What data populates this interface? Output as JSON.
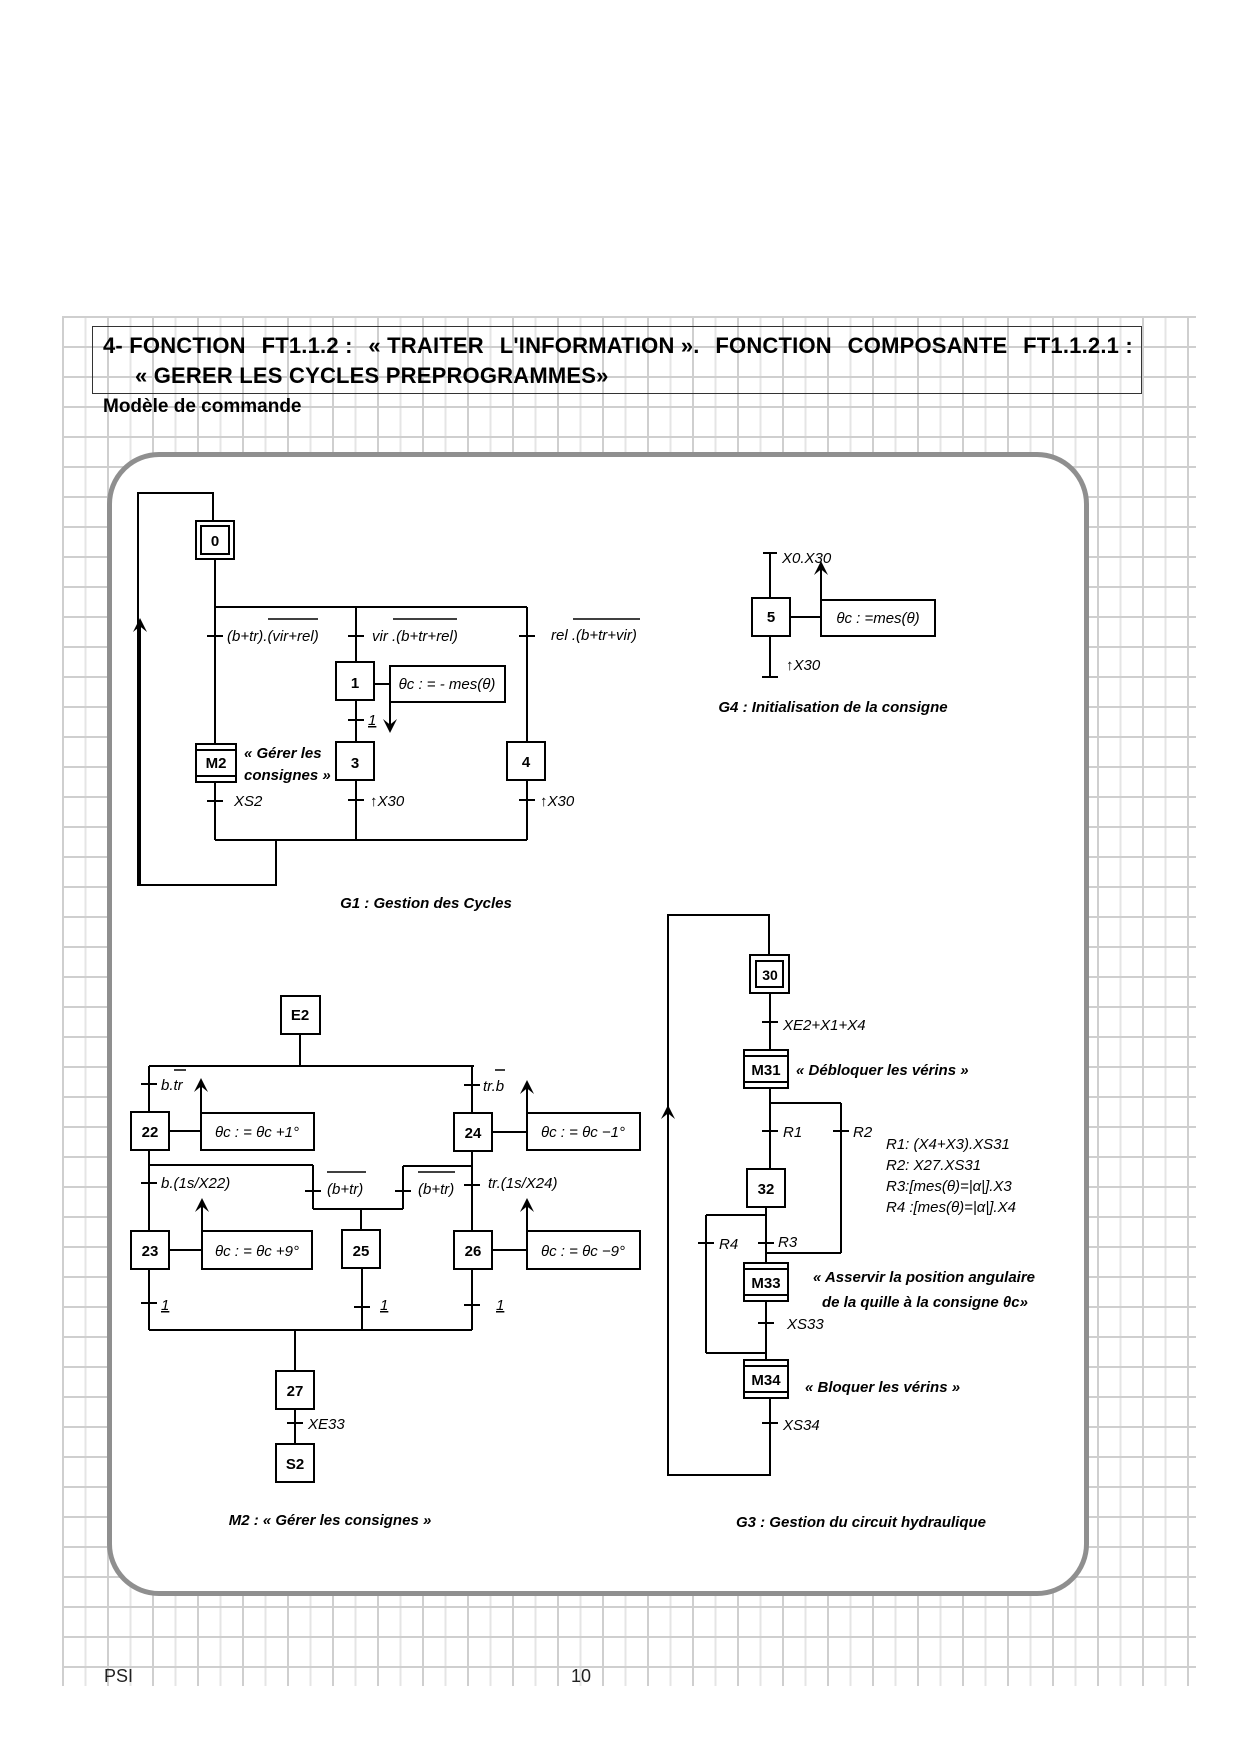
{
  "header": {
    "title_line1_parts": [
      "4- FONCTION",
      "FT1.1.2 :",
      "« TRAITER",
      "L'INFORMATION ».",
      "FONCTION",
      "COMPOSANTE",
      "FT1.1.2.1 :"
    ],
    "title_line2": "« GERER LES CYCLES PREPROGRAMMES»",
    "subtitle": "Modèle de commande"
  },
  "footer": {
    "left": "PSI",
    "page_number": "10"
  },
  "g1": {
    "caption": "G1 : Gestion des Cycles",
    "steps": {
      "s0": "0",
      "s1": "1",
      "s3": "3",
      "s4": "4",
      "m2": "M2"
    },
    "macro_comment_line1": "« Gérer les",
    "macro_comment_line2": "consignes »",
    "transitions": {
      "t_m2_pre": "(b+tr).",
      "t_m2_pre_bar": "(vir+rel)",
      "t_1_pre": "vir .",
      "t_1_pre_bar": "(b+tr+rel)",
      "t_4_pre": "rel .",
      "t_4_pre_bar": "(b+tr+vir)",
      "t_1_3": "1",
      "t_m2_post": "XS2",
      "t_3_post": "↑X30",
      "t_4_post": "↑X30"
    },
    "action_1": "θc : = - mes(θ)"
  },
  "g4": {
    "caption": "G4 : Initialisation de la consigne",
    "step": "5",
    "t_pre": "X0.X30",
    "t_post": "↑X30",
    "action": "θc : =mes(θ)"
  },
  "m2": {
    "caption": "M2 : « Gérer les consignes »",
    "steps": {
      "e2": "E2",
      "s22": "22",
      "s23": "23",
      "s24": "24",
      "s25": "25",
      "s26": "26",
      "s27": "27",
      "s2": "S2"
    },
    "transitions": {
      "t22_a": "b.",
      "t22_bar": "tr",
      "t24_a": "tr.",
      "t24_bar": "b",
      "t23": "b.(1s/X22)",
      "t26": "tr.(1s/X24)",
      "t25a": "(b+tr)",
      "t25b": "(b+tr)",
      "t23_out": "1",
      "t25_out": "1",
      "t26_out": "1",
      "t27": "XE33"
    },
    "actions": {
      "a22": "θc : = θc +1°",
      "a23": "θc : =  θc +9°",
      "a24": "θc : =  θc −1°",
      "a26": "θc : =  θc −9°"
    }
  },
  "g3": {
    "caption": "G3 : Gestion du circuit hydraulique",
    "steps": {
      "s30": "30",
      "m31": "M31",
      "s32": "32",
      "m33": "M33",
      "m34": "M34"
    },
    "transitions": {
      "t30": "XE2+X1+X4",
      "r1": "R1",
      "r2": "R2",
      "r3": "R3",
      "r4": "R4",
      "t33": "XS33",
      "t34": "XS34"
    },
    "comments": {
      "m31": "« Débloquer les vérins »",
      "m33_line1": "« Asservir la position angulaire",
      "m33_line2": "de la quille à la consigne θc»",
      "m34": "« Bloquer les vérins »"
    },
    "legend": [
      "R1: (X4+X3).XS31",
      "R2: X27.XS31",
      "R3:[mes(θ)=|α|].X3",
      "R4 :[mes(θ)=|α|].X4"
    ]
  }
}
